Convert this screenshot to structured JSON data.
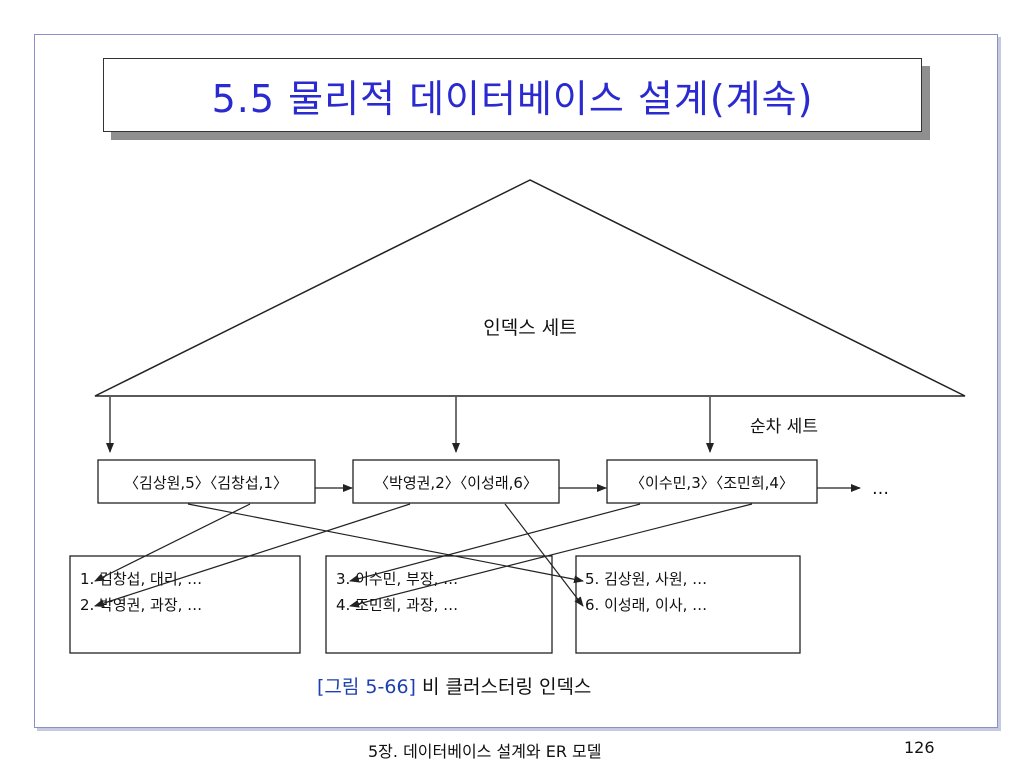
{
  "slide": {
    "title": "5.5 물리적 데이터베이스 설계(계속)",
    "footer_chapter": "5장. 데이터베이스 설계와 ER 모델",
    "page_number": "126"
  },
  "figure": {
    "index_set_label": "인덱스 세트",
    "sequence_set_label": "순차 세트",
    "sequence_nodes": [
      "〈김상원,5〉〈김창섭,1〉",
      "〈박영권,2〉〈이성래,6〉",
      "〈이수민,3〉〈조민희,4〉"
    ],
    "continuation": "…",
    "data_blocks": [
      [
        "1. 김창섭, 대리, …",
        "2. 박영권, 과장, …"
      ],
      [
        "3. 이수민, 부장, …",
        "4. 조민희, 과장, …"
      ],
      [
        "5. 김상원, 사원, …",
        "6. 이성래, 이사, …"
      ]
    ],
    "caption_ref": "[그림 5-66]",
    "caption_text": "비 클러스터링 인덱스"
  },
  "colors": {
    "title": "#2a2ad0",
    "caption_ref": "#1d3fb0",
    "frame": "#8a8fc4"
  }
}
